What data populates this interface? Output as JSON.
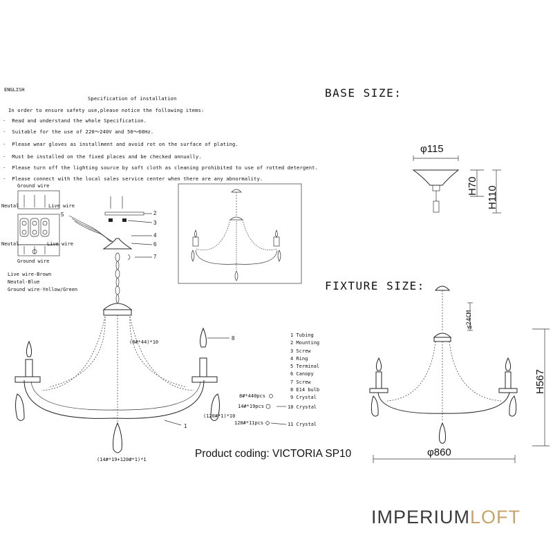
{
  "spec": {
    "language": "ENGLISH",
    "title": "Specification of installation",
    "intro": "In order to ensure safety use,please notice the following items:",
    "bullets": [
      "Read and understand the whole Specification.",
      "Suitable for the use of 220～240V and 50～60Hz.",
      "Please wear gloves as installment and avoid rot on the surface of plating.",
      "Must be installed on the fixed places and be checked annually.",
      "Please turn off the lighting source by soft cloth as cleaning prohibited to use of rotted detergent.",
      "Please connect with the local sales service center when there are any abnormality."
    ],
    "bullet_mark": "·"
  },
  "wiring": {
    "ground_top": "Ground wire",
    "neutral_top": "Neutal",
    "live_top": "Live wire",
    "neutral_bottom": "Neutal",
    "live_bottom": "Live wire",
    "ground_bottom": "Ground wire",
    "legend": [
      "Live wire-Brown",
      "Neutal-Blue",
      "Ground wire-Yellow/Green"
    ]
  },
  "callouts": {
    "n1": "1",
    "n2": "2",
    "n3": "3",
    "n4": "4",
    "n5": "5",
    "n6": "6",
    "n7": "7",
    "n8": "8",
    "chain_qty": "(8#*44)*10",
    "crystal_small": "(120#*1)*10",
    "crystal_bottom": "(14#*19+120#*1)*1",
    "q9": "8#*440pcs",
    "q10": "14#*19pcs",
    "q11": "120#*11pcs"
  },
  "parts": [
    "1 Tubing",
    "2 Mounting",
    "3 Screw",
    "4 Ring",
    "5 Terminal",
    "6 Canopy",
    "7 Screw",
    "8 E14 bulb",
    "9 Crystal",
    "10 Crystal",
    "11 Crystal"
  ],
  "product": {
    "coding": "Product coding: VICTORIA SP10"
  },
  "base": {
    "heading": "BASE SIZE:",
    "diameter": "φ115",
    "h1": "H70",
    "h2": "H110"
  },
  "fixture": {
    "heading": "FIXTURE SIZE:",
    "chain": "≦24CM",
    "height": "H567",
    "diameter": "φ860"
  },
  "logo": {
    "part1": "IMPERIUM",
    "part2": "LOFT",
    "color1": "#3a3a3a",
    "color2": "#c9a46a"
  }
}
